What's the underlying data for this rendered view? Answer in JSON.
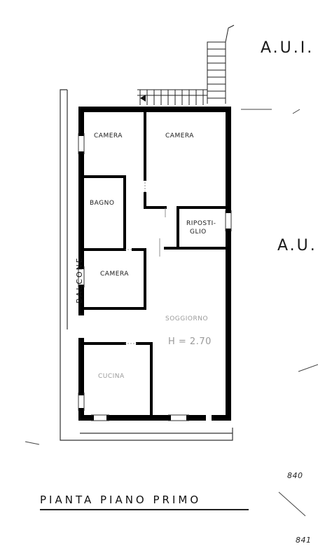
{
  "title": "PIANTA PIANO PRIMO",
  "rooms": {
    "camera_top_left": "CAMERA",
    "camera_top_right": "CAMERA",
    "bagno": "BAGNO",
    "ripostiglio_line1": "RIPOSTI-",
    "ripostiglio_line2": "GLIO",
    "camera_middle": "CAMERA",
    "soggiorno": "SOGGIORNO",
    "soggiorno_height": "H = 2.70",
    "cucina": "CUCINA"
  },
  "balcone": "BALCONE",
  "annotations": {
    "aui_top": "A.U.I.",
    "au_mid": "A.U.",
    "parcel_840": "840",
    "parcel_841": "841"
  },
  "colors": {
    "ink": "#111111",
    "paper": "#ffffff",
    "faint": "#9a9a9a"
  }
}
